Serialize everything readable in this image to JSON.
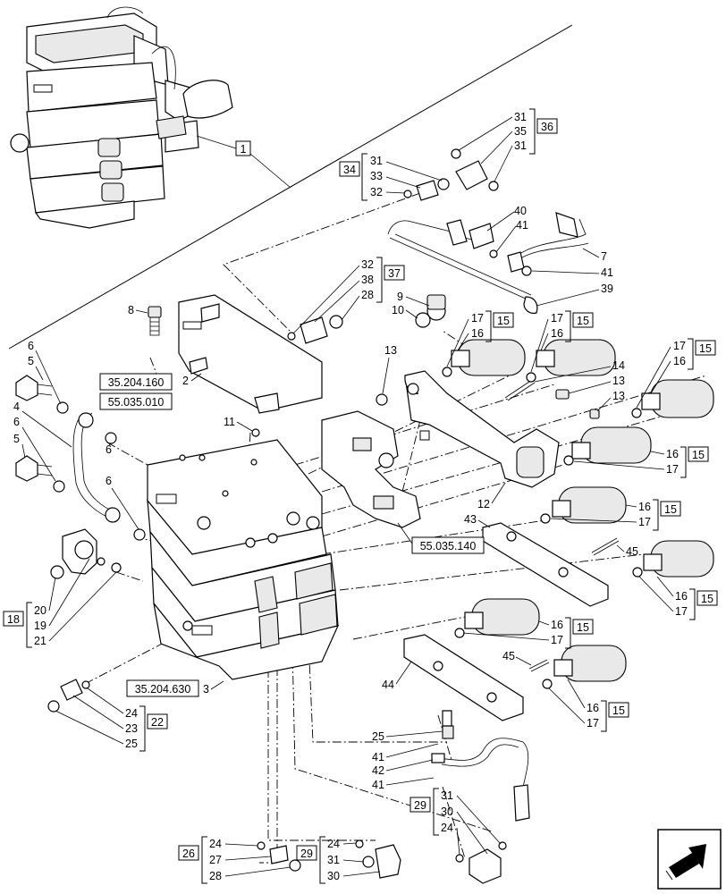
{
  "callouts": {
    "c1": "1",
    "c2": "2",
    "c3": "3",
    "c4": "4",
    "c5a": "5",
    "c5b": "5",
    "c6a": "6",
    "c6b": "6",
    "c6c": "6",
    "c6d": "6",
    "c7": "7",
    "c8": "8",
    "c9": "9",
    "c10": "10",
    "c11": "11",
    "c12": "12",
    "c13a": "13",
    "c13b": "13",
    "c13c": "13",
    "c14": "14",
    "c39": "39",
    "c40": "40",
    "c41a": "41",
    "c41b": "41",
    "c43": "43",
    "c44": "44",
    "c45a": "45",
    "c45b": "45",
    "c41c": "41",
    "c42": "42",
    "c41d": "41",
    "c25c": "25"
  },
  "groups": {
    "g36": {
      "ref": "36",
      "items": [
        "31",
        "35",
        "31"
      ]
    },
    "g34": {
      "ref": "34",
      "items": [
        "31",
        "33",
        "32"
      ]
    },
    "g37": {
      "ref": "37",
      "items": [
        "32",
        "38",
        "28"
      ]
    },
    "g18": {
      "ref": "18",
      "items": [
        "20",
        "19",
        "21"
      ]
    },
    "g22": {
      "ref": "22",
      "items": [
        "24",
        "23",
        "25"
      ]
    },
    "g26": {
      "ref": "26",
      "items": [
        "24",
        "27",
        "28"
      ]
    },
    "g29a": {
      "ref": "29",
      "items": [
        "24",
        "31",
        "30"
      ]
    },
    "g29b": {
      "ref": "29",
      "items": [
        "31",
        "30",
        "24"
      ]
    },
    "q1": {
      "ref": "15",
      "items": [
        "17",
        "16"
      ]
    },
    "q2": {
      "ref": "15",
      "items": [
        "17",
        "16"
      ]
    },
    "q3": {
      "ref": "15",
      "items": [
        "17",
        "16"
      ]
    },
    "q4": {
      "ref": "15",
      "items": [
        "16",
        "17"
      ]
    },
    "q5": {
      "ref": "15",
      "items": [
        "16",
        "17"
      ]
    },
    "q6": {
      "ref": "15",
      "items": [
        "16",
        "17"
      ]
    },
    "q7": {
      "ref": "15",
      "items": [
        "16",
        "17"
      ]
    },
    "q8": {
      "ref": "15",
      "items": [
        "16",
        "17"
      ]
    }
  },
  "refs": {
    "r1": "35.204.160",
    "r2": "55.035.010",
    "r3": "55.035.140",
    "r4": "35.204.630"
  },
  "nav_icon": "next-page-arrow-icon"
}
